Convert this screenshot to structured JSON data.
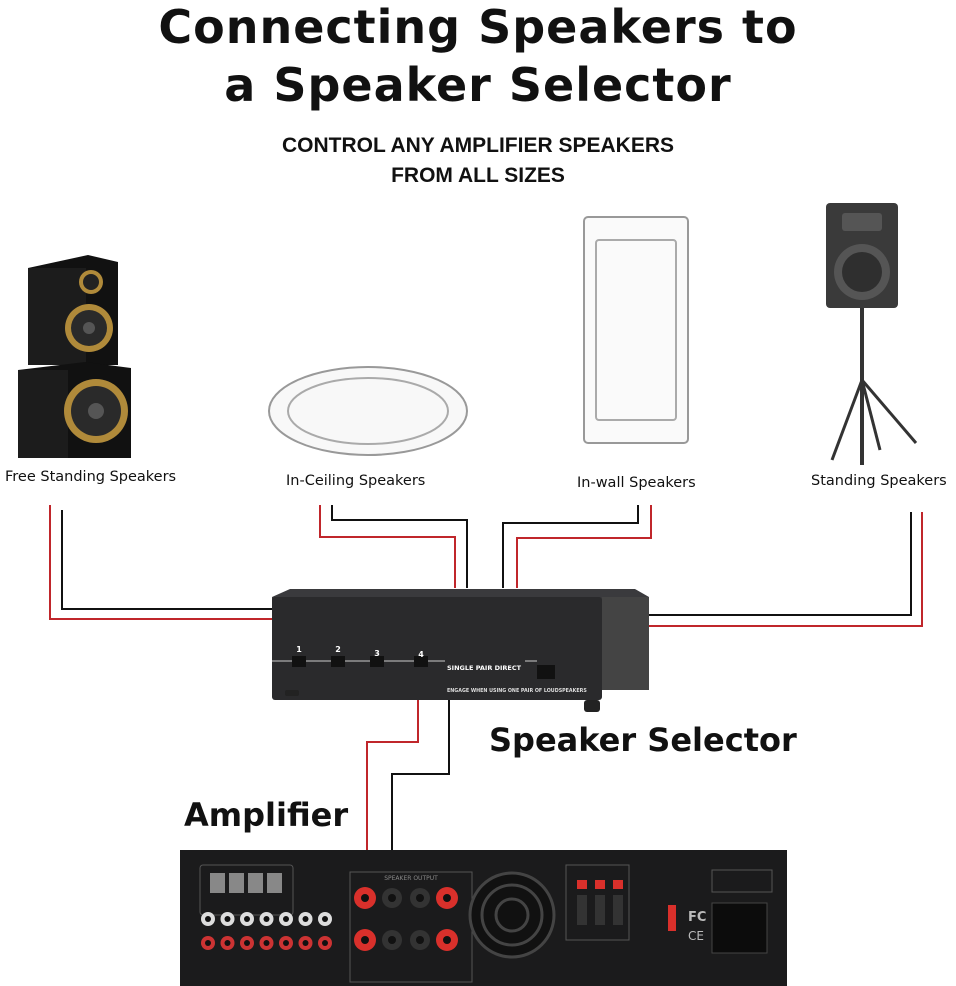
{
  "title": {
    "line1": "Connecting Speakers to",
    "line2": "a Speaker Selector"
  },
  "subtitle": {
    "line1": "CONTROL ANY AMPLIFIER SPEAKERS",
    "line2": "FROM ALL SIZES"
  },
  "speakers": [
    {
      "label": "Free Standing Speakers"
    },
    {
      "label": "In-Ceiling Speakers"
    },
    {
      "label": "In-wall Speakers"
    },
    {
      "label": "Standing Speakers"
    }
  ],
  "selector": {
    "label": "Speaker Selector",
    "buttons": [
      "1",
      "2",
      "3",
      "4"
    ],
    "direct_label": "SINGLE PAIR DIRECT",
    "engage_note": "ENGAGE WHEN USING ONE PAIR OF LOUDSPEAKERS"
  },
  "amplifier": {
    "label": "Amplifier",
    "panel_label": "SPEAKER OUTPUT",
    "cert_fc": "FC",
    "cert_ce": "CE"
  },
  "colors": {
    "wire_positive": "#c0262b",
    "wire_negative": "#111111",
    "device_body": "#2a2a2c",
    "speaker_accent": "#b08a3a"
  }
}
